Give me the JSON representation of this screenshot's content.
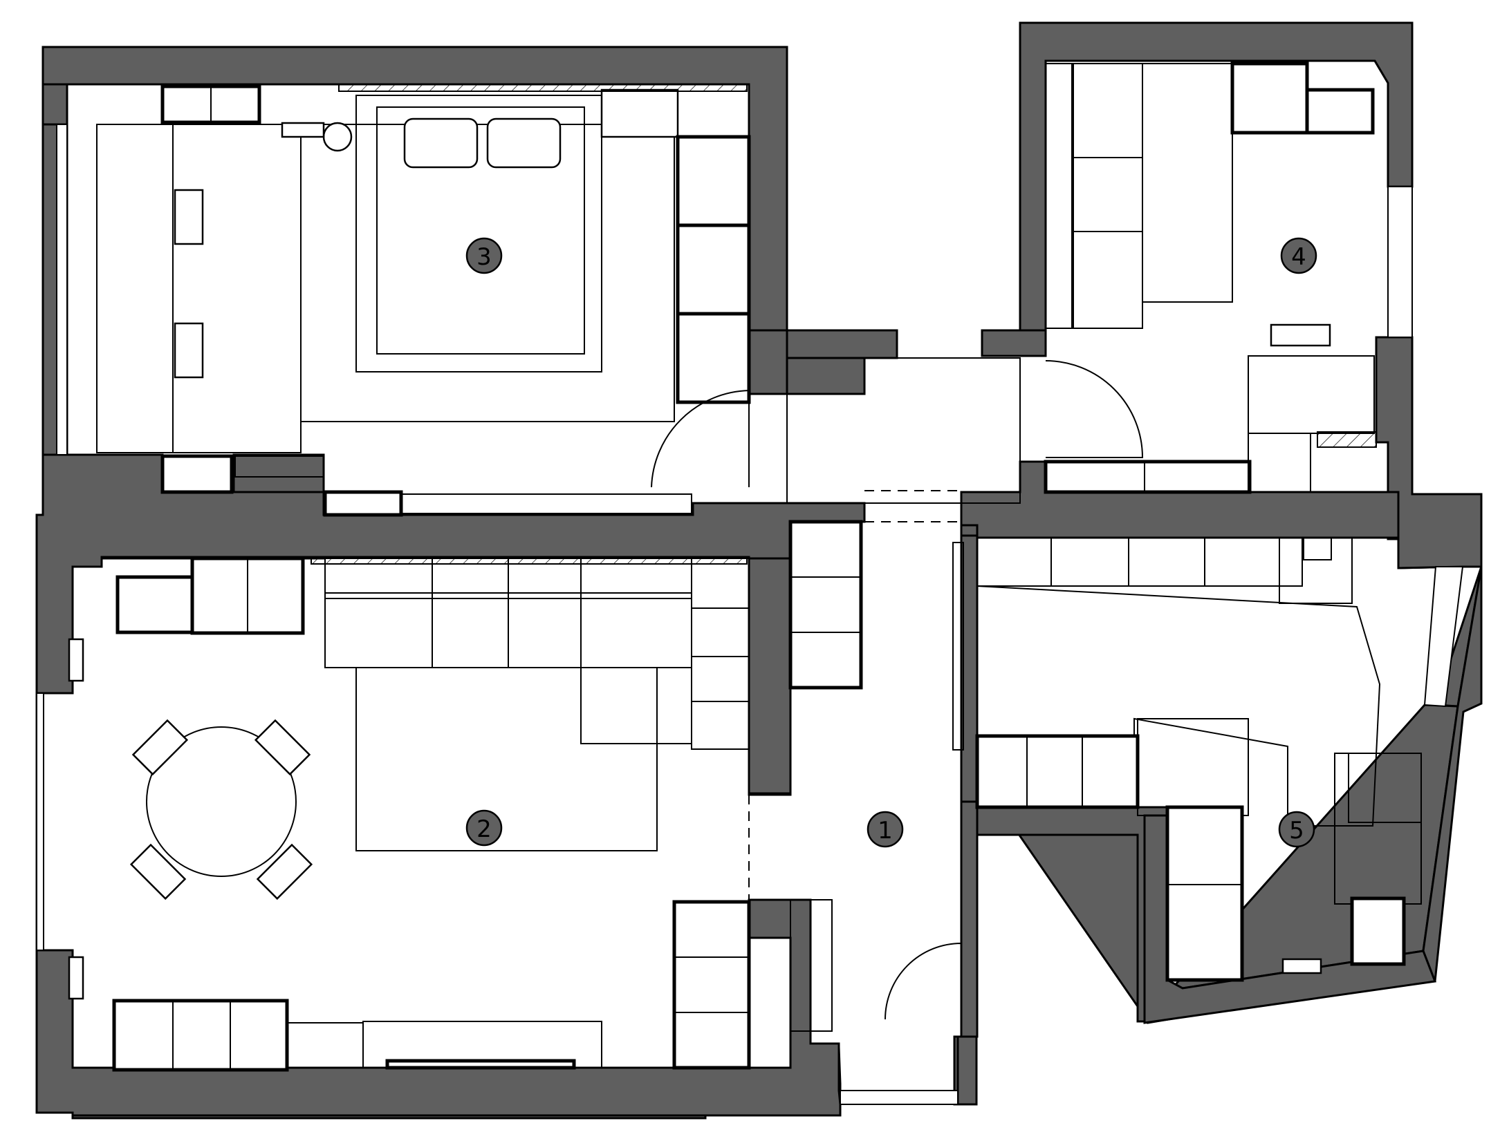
{
  "rooms": [
    {
      "id": "room-1",
      "label": "1"
    },
    {
      "id": "room-2",
      "label": "2"
    },
    {
      "id": "room-3",
      "label": "3"
    },
    {
      "id": "room-4",
      "label": "4"
    },
    {
      "id": "room-5",
      "label": "5"
    }
  ],
  "colors": {
    "wall": "#5f5f5f",
    "marker": "#606060",
    "line": "#000000",
    "background": "#ffffff"
  }
}
